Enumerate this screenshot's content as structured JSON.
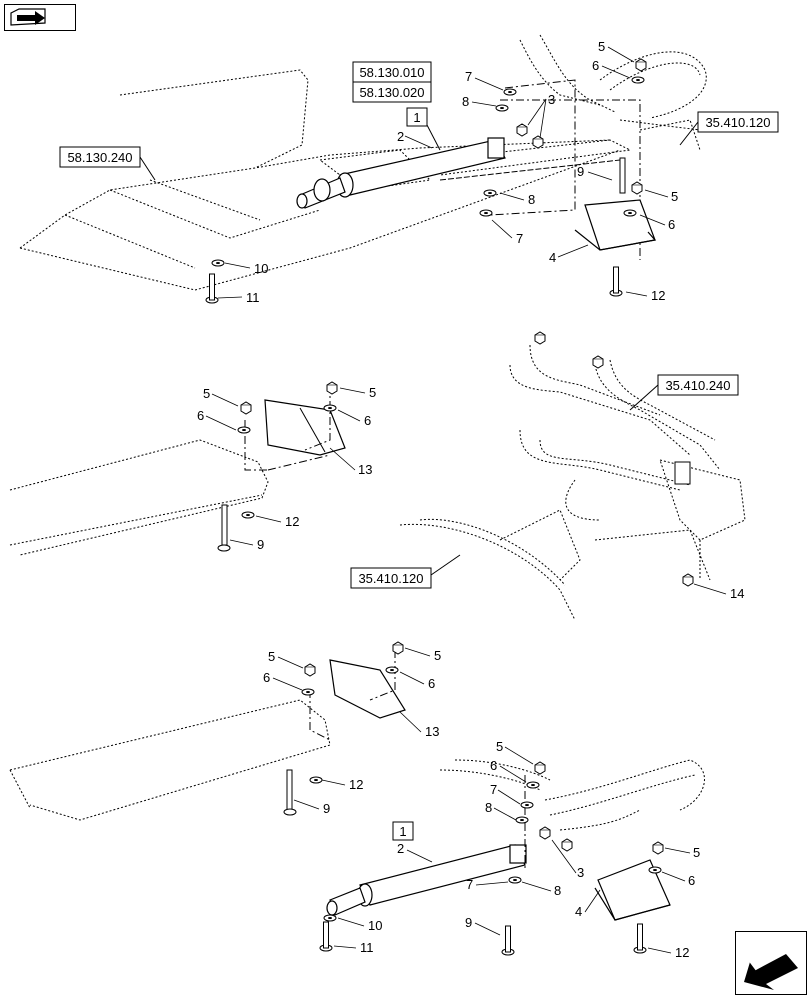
{
  "refs": {
    "r58130010": "58.130.010",
    "r58130020": "58.130.020",
    "r58130240": "58.130.240",
    "r35410120a": "35.410.120",
    "r35410240": "35.410.240",
    "r35410120b": "35.410.120"
  },
  "boxed": {
    "top": "1",
    "bottom": "1"
  },
  "labels": {
    "top": [
      "2",
      "3",
      "4",
      "5",
      "5",
      "6",
      "6",
      "7",
      "7",
      "8",
      "8",
      "9",
      "10",
      "11",
      "12"
    ],
    "mid_left": [
      "5",
      "5",
      "6",
      "6",
      "9",
      "12",
      "13"
    ],
    "mid_right": [
      "14"
    ],
    "bottom_left": [
      "5",
      "5",
      "6",
      "6",
      "9",
      "12",
      "13"
    ],
    "bottom_right": [
      "2",
      "3",
      "4",
      "5",
      "5",
      "6",
      "6",
      "7",
      "7",
      "8",
      "8",
      "9",
      "10",
      "11",
      "12"
    ]
  },
  "icons": {
    "top_nav": "folder-arrow-icon",
    "bottom_nav": "prev-arrow-icon"
  },
  "colors": {
    "line": "#000000",
    "background": "#ffffff"
  }
}
